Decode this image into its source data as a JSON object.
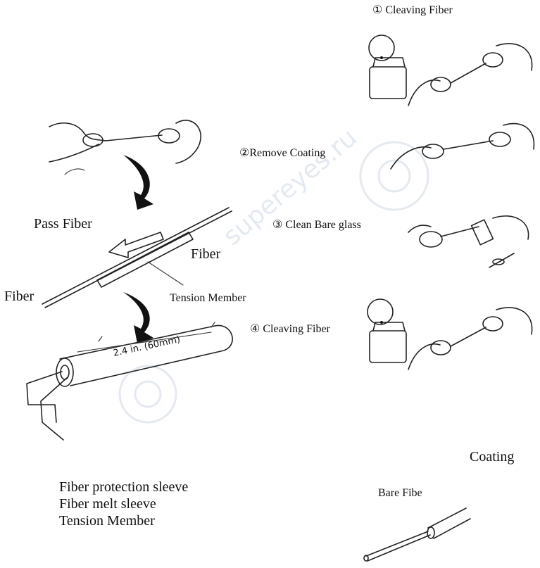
{
  "steps": [
    {
      "label": "① Cleaving Fiber"
    },
    {
      "label": "②Remove Coating"
    },
    {
      "label": "③ Clean Bare glass"
    },
    {
      "label": "④ Cleaving Fiber"
    }
  ],
  "left_diagram": {
    "pass_fiber": "Pass Fiber",
    "fiber_right": "Fiber",
    "fiber_left": "Fiber",
    "tension_member": "Tension Member",
    "dimension": "2.4 in. (60mm)"
  },
  "sleeve_parts": [
    "Fiber protection sleeve",
    "Fiber melt sleeve",
    "Tension Member"
  ],
  "fiber_end": {
    "coating": "Coating",
    "bare_fiber": "Bare Fibe"
  }
}
